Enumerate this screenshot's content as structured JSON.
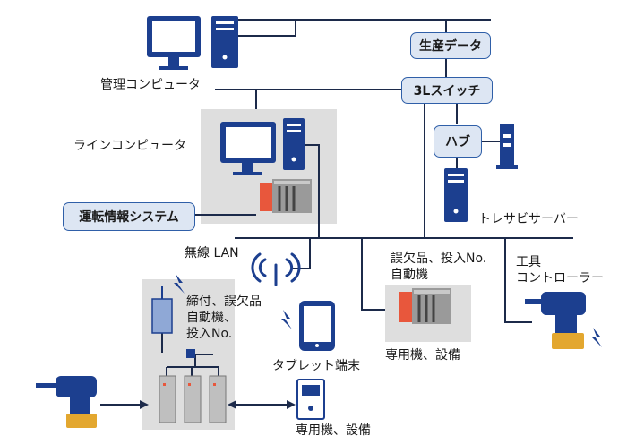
{
  "colors": {
    "line": "#1c2a4a",
    "device_blue": "#1c3f8f",
    "pill_fill": "#dde6f3",
    "pill_border": "#2f5fa8",
    "panel_gray": "#dedede",
    "plc_red": "#e8573c",
    "tool_yellow": "#e3a72f"
  },
  "labels": {
    "management_pc": "管理コンピュータ",
    "production_data": "生産データ",
    "l3_switch": "3Lスイッチ",
    "line_pc": "ラインコンピュータ",
    "hub": "ハブ",
    "operation_info": "運転情報システム",
    "tracer_server": "トレサビサーバー",
    "wireless_lan": "無線 LAN",
    "auto_machine_line1": "誤欠品、投入No.",
    "auto_machine_line2": "自動機",
    "tool_controller_line1": "工具",
    "tool_controller_line2": "コントローラー",
    "fastening_line1": "締付、誤欠品",
    "fastening_line2": "自動機、",
    "fastening_line3": "投入No.",
    "dedicated_equipment_mid": "専用機、設備",
    "tablet": "タブレット端末",
    "dedicated_equipment_bottom": "専用機、設備"
  },
  "icons": [
    "monitor-icon",
    "server-tower-icon",
    "plc-module-icon",
    "wifi-antenna-icon",
    "tablet-icon",
    "lightning-icon",
    "cordless-drill-icon",
    "hub-device-icon",
    "signal-light-icon",
    "controller-box-icon"
  ]
}
